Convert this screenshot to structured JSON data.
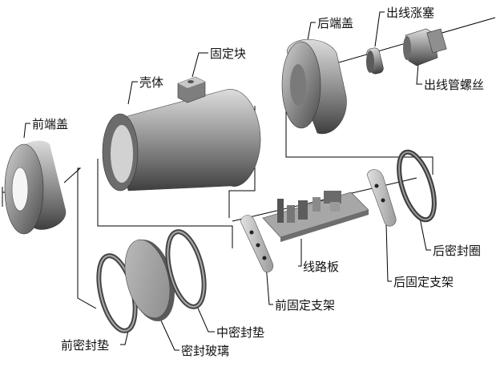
{
  "labels": {
    "rear_cap": "后端盖",
    "cable_gland": "出线涨塞",
    "mount_block": "固定块",
    "housing": "壳体",
    "cable_thread": "出线管螺丝",
    "front_cap": "前端盖",
    "rear_seal_ring": "后密封圈",
    "circuit_board": "线路板",
    "rear_bracket": "后固定支架",
    "front_bracket": "前固定支架",
    "mid_gasket": "中密封垫",
    "front_gasket": "前密封垫",
    "sealing_glass": "密封玻璃"
  },
  "colors": {
    "part_dark": "#4a4a4a",
    "part_mid": "#8c8c8c",
    "part_light": "#d9d9d9",
    "line": "#000000",
    "board": "#9a9a9a"
  }
}
